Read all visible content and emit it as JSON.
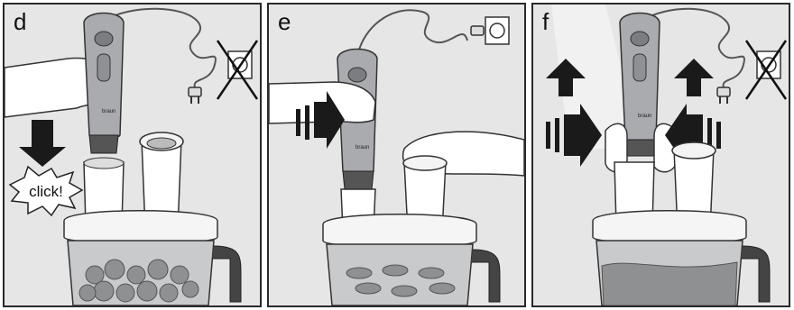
{
  "panels": [
    {
      "letter": "d",
      "callout": "click!",
      "brand": "braun"
    },
    {
      "letter": "e",
      "brand": "braun"
    },
    {
      "letter": "f",
      "brand": "braun"
    }
  ],
  "colors": {
    "panel_bg": "#e6e6e6",
    "outline": "#2a2a2a",
    "device": "#9a9ca0",
    "bowl": "#c8cacc",
    "food": "#8e9092"
  },
  "icons": [
    "down-arrow-icon",
    "crossed-out-plug-icon",
    "plug-in-socket-icon",
    "push-arrows-icon",
    "up-arrow-icon"
  ]
}
